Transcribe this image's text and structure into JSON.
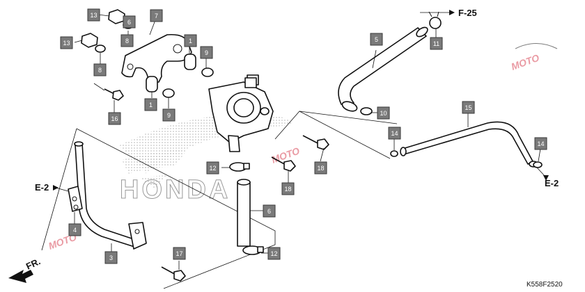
{
  "references": {
    "f25": "F-25",
    "e2_left": "E-2",
    "e2_right": "E-2",
    "front": "FR."
  },
  "diagram_code": "K558F2520",
  "watermark": {
    "brand": "HONDA",
    "logo_text": "MOTO"
  },
  "callouts": [
    {
      "id": "c13",
      "label": "13"
    },
    {
      "id": "c6a",
      "label": "6"
    },
    {
      "id": "c7",
      "label": "7"
    },
    {
      "id": "c8a",
      "label": "8"
    },
    {
      "id": "c13b",
      "label": "13"
    },
    {
      "id": "c8b",
      "label": "8"
    },
    {
      "id": "c1a",
      "label": "1"
    },
    {
      "id": "c9a",
      "label": "9"
    },
    {
      "id": "c1b",
      "label": "1"
    },
    {
      "id": "c9b",
      "label": "9"
    },
    {
      "id": "c16",
      "label": "16"
    },
    {
      "id": "c5",
      "label": "5"
    },
    {
      "id": "c11",
      "label": "11"
    },
    {
      "id": "c10",
      "label": "10"
    },
    {
      "id": "c15",
      "label": "15"
    },
    {
      "id": "c14a",
      "label": "14"
    },
    {
      "id": "c14b",
      "label": "14"
    },
    {
      "id": "c12a",
      "label": "12"
    },
    {
      "id": "c18a",
      "label": "18"
    },
    {
      "id": "c18b",
      "label": "18"
    },
    {
      "id": "c6b",
      "label": "6"
    },
    {
      "id": "c12b",
      "label": "12"
    },
    {
      "id": "c4",
      "label": "4"
    },
    {
      "id": "c3",
      "label": "3"
    },
    {
      "id": "c17",
      "label": "17"
    }
  ]
}
